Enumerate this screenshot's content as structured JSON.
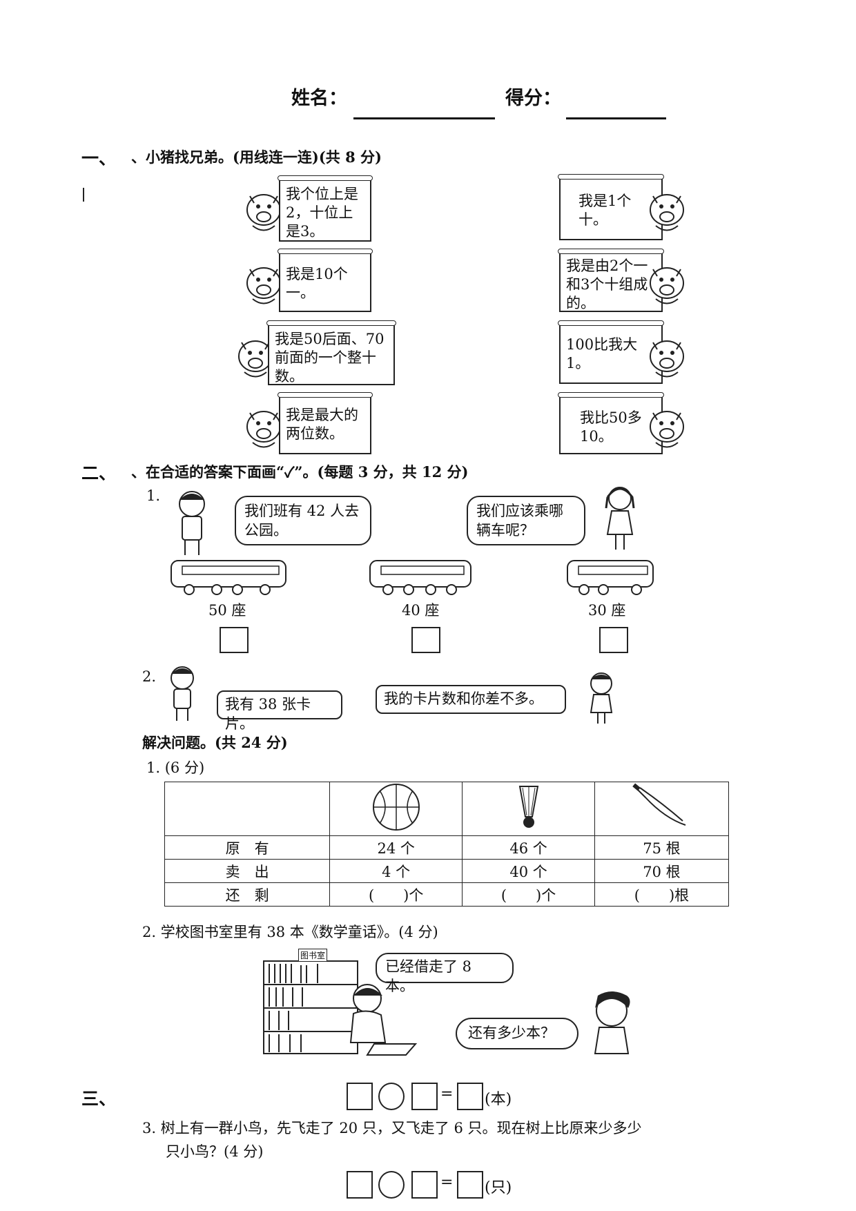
{
  "header": {
    "name_label": "姓名：",
    "score_label": "得分："
  },
  "section1": {
    "num": "一、",
    "title": "、小猪找兄弟。(用线连一连)(共 8 分)",
    "left_cards": [
      "我个位上是2，十位上是3。",
      "我是10个一。",
      "我是50后面、70前面的一个整十数。",
      "我是最大的两位数。"
    ],
    "right_cards": [
      "我是1个十。",
      "我是由2个一和3个十组成的。",
      "100比我大1。",
      "我比50多10。"
    ]
  },
  "section2": {
    "num": "二、",
    "title": "、在合适的答案下面画“✓”。(每题 3 分，共 12 分)",
    "q1_num": "1.",
    "q1_boy": "我们班有 42 人去公园。",
    "q1_girl": "我们应该乘哪辆车呢？",
    "buses": [
      "50 座",
      "40 座",
      "30 座"
    ],
    "q2_num": "2.",
    "q2_boy": "我有 38 张卡片。",
    "q2_girl": "我的卡片数和你差不多。"
  },
  "section3": {
    "num": "三、",
    "title": "解决问题。(共 24 分)",
    "q1_label": "1. (6 分)",
    "table": {
      "rows": [
        {
          "label": "原　有",
          "values": [
            "24 个",
            "46 个",
            "75 根"
          ]
        },
        {
          "label": "卖　出",
          "values": [
            "4 个",
            "40 个",
            "70 根"
          ]
        },
        {
          "label": "还　剩",
          "values": [
            "(　　)个",
            "(　　)个",
            "(　　)根"
          ]
        }
      ]
    },
    "q2_label": "2. 学校图书室里有 38 本《数学童话》。(4 分)",
    "library_sign": "图书室",
    "q2_bubble1": "已经借走了 8 本。",
    "q2_bubble2": "还有多少本？",
    "q2_unit": "(本)",
    "eq_sign": "=",
    "q3_line1": "3. 树上有一群小鸟，先飞走了 20 只，又飞走了 6 只。现在树上比原来少多少",
    "q3_line2": "只小鸟？(4 分)",
    "q3_unit": "(只)"
  }
}
